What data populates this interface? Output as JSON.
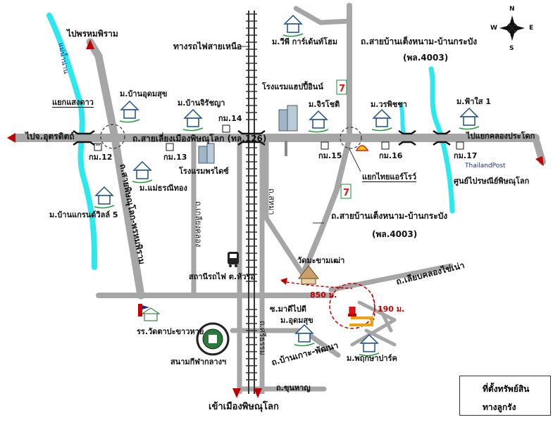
{
  "compass": {
    "n": "N",
    "s": "S",
    "e": "E",
    "w": "W"
  },
  "roads": {
    "to_phrom_phiram": "ไปพรหมพิราม",
    "rail_north": "ทางรถไฟสายเหนือ",
    "ban_teng_nam_top": "ถ.สายบ้านเต็งหนาม-บ้านกระบัง",
    "pol_4003_top": "(พล.4003)",
    "to_uttaradit": "ไปจ.อุตรดิตถ์",
    "main_road": "ถ.สายเลี่ยงเมืองพิษณุโลก (ทล.126)",
    "to_prachin": "ไปแยกคลองประโดก",
    "ban_teng_nam_mid": "ถ.สายบ้านเต็งหนาม-บ้านกระบัง",
    "pol_4003_mid": "(พล.4003)",
    "phitsanulok_phrom": "ถ.สายพิษณุโลก-พรหมพิราม",
    "kliang_klong": "ถ.เกลียงคลอง",
    "road_x": "ถ.สหมา",
    "liang_klong_khai": "ถ.เลียบคลองไข่เน่า",
    "soi_madipai": "ซ.มาดีไปดี",
    "ban_ko": "ถ.บ้านเกาะ-พัฒนา",
    "road_y": "ถ.ศรีธรรม",
    "khun_yai": "ถ.ขุนหาญ",
    "to_city": "เข้าเมืองพิษณุโลก"
  },
  "places": {
    "rv_garden": "ม.วีพี การ์เด้นท์โฮม",
    "happy_inn": "โรงแรมแฮปปี้อินน์",
    "sang_dao": "แยกแสงดาว",
    "udomsuk1": "ม.บ้านอุดมสุข",
    "chiranya": "ม.บ้านจิรัชญา",
    "km14": "กม.14",
    "jirachot": "ม.จิรโชติ",
    "worapicha": "ม.วรพิชชา",
    "fasai": "ม.ฟ้าใส 1",
    "km12": "กม.12",
    "km13": "กม.13",
    "km15": "กม.15",
    "km16": "กม.16",
    "km17": "กม.17",
    "pathana": "โรงแรมพรไดซ์",
    "tai_air": "แยกไทยแอร์โรว์",
    "post": "ศูนย์ไปรษณีย์พิษณุโลก",
    "mae_thong": "ม.แม่ธรณีทอง",
    "grand_ville": "ม.บ้านแกรนด์วิลล์ 5",
    "nan_river": "แม่น้ำน่าน",
    "station": "สถานีรถไฟ ต.หัวรอ",
    "wat_ma_kham": "วัดมะขามเฒ่า",
    "school": "รร.วัดตาปะขาวหาย",
    "stadium": "สนามกีฬากลางฯ",
    "udomsuk2": "ม.อุดมสุข",
    "pruksa": "ม.พฤกษาปาร์ค",
    "post_logo": "ThailandPost"
  },
  "distances": {
    "d850": "850 ม.",
    "d190": "190 ม."
  },
  "legend": {
    "property": "ที่ตั้งทรัพย์สิน",
    "alley": "ทางลูกรัง"
  },
  "colors": {
    "road": "#a6a6a6",
    "river": "#2ee8f0",
    "rail": "#333333",
    "alley": "#f0a20a",
    "property": "#e0131b",
    "arrow": "#c00000"
  }
}
